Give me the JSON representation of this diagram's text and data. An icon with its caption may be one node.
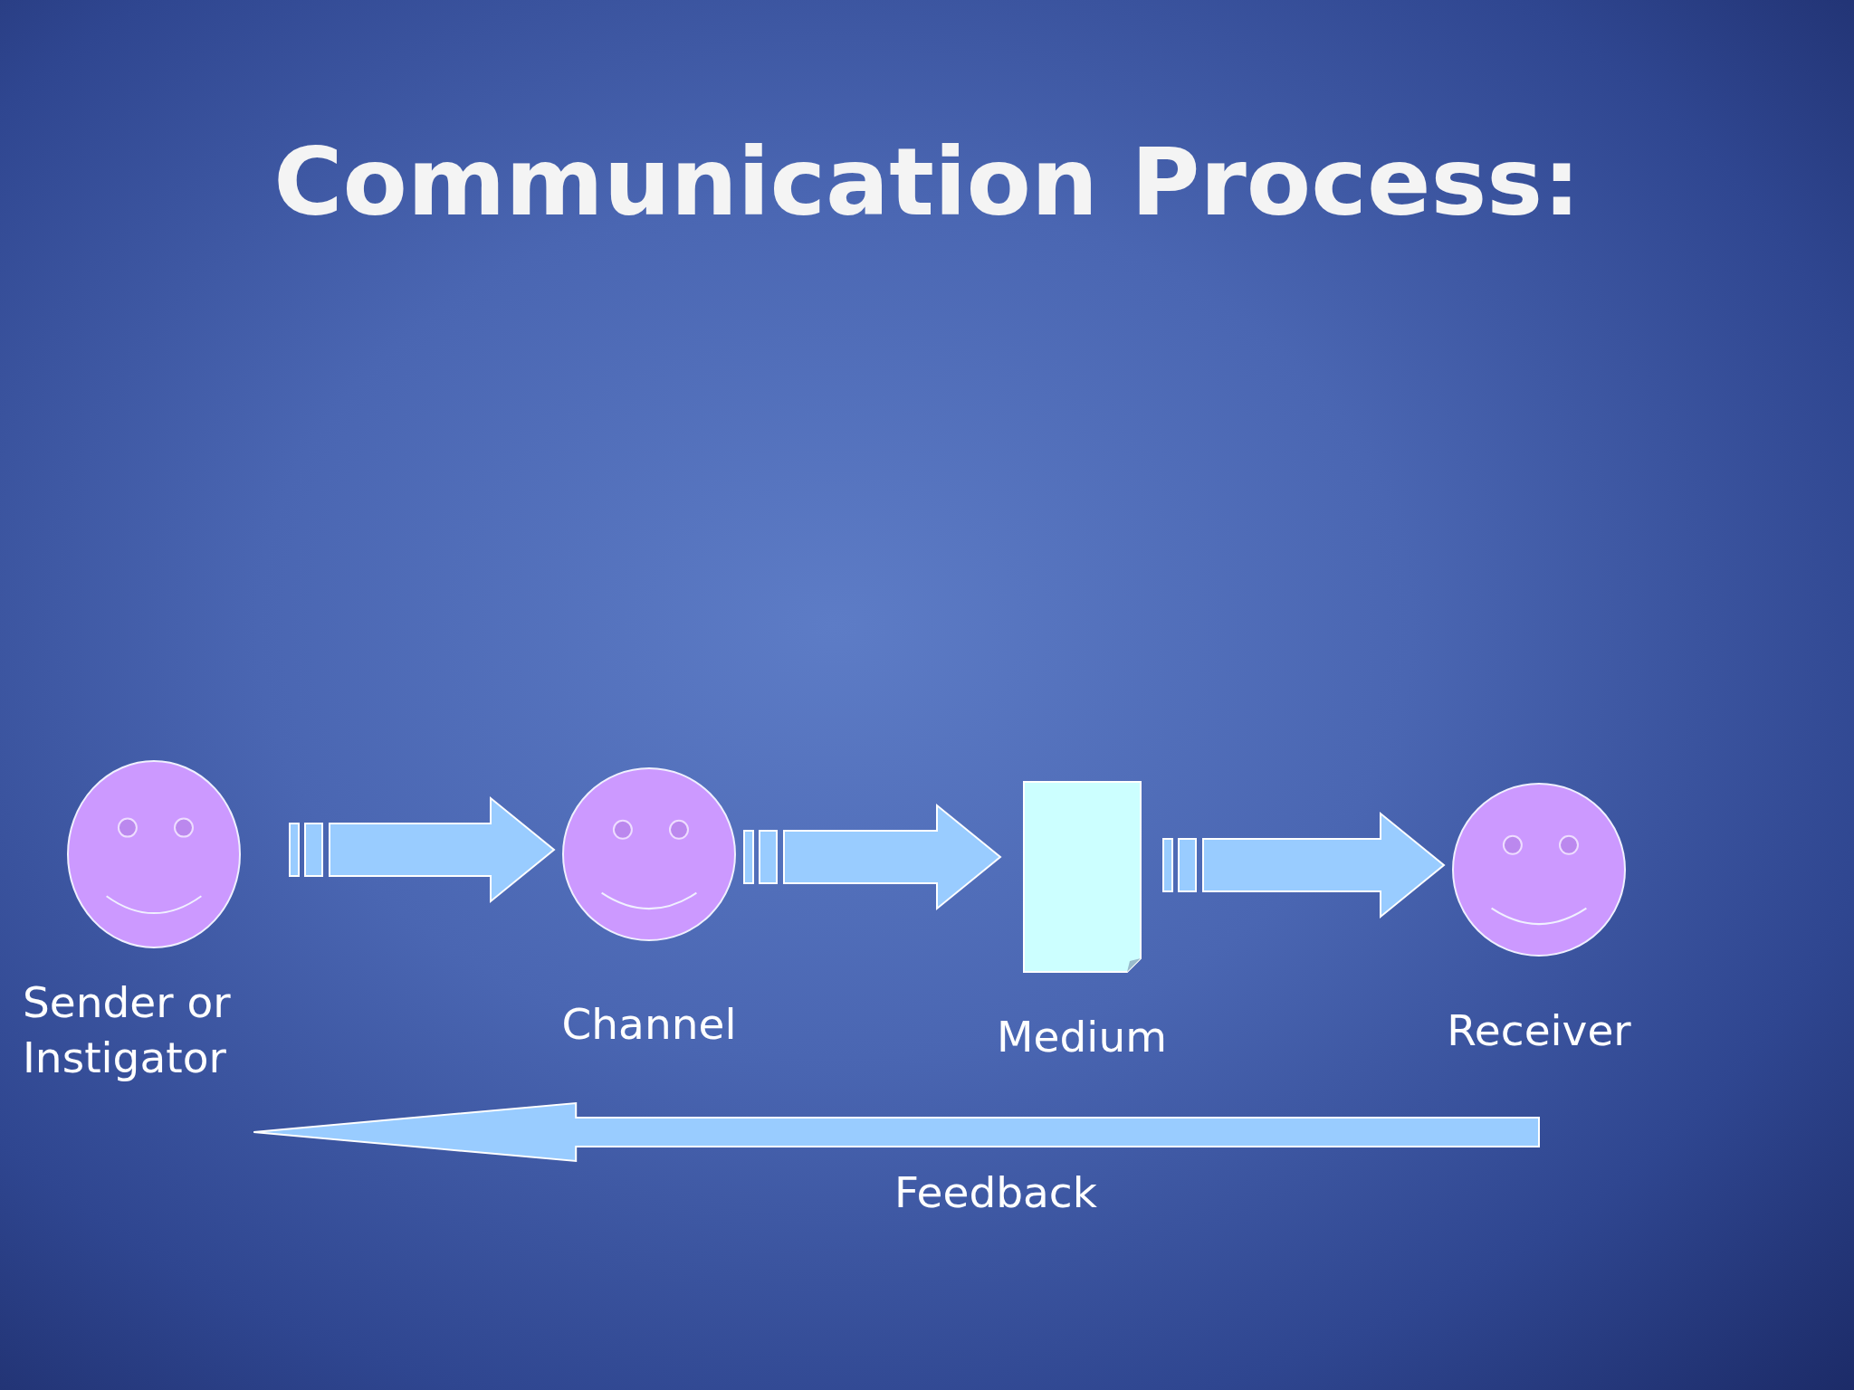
{
  "diagram": {
    "title": "Communication Process:",
    "nodes": [
      {
        "text": [
          "Sender or Instigator"
        ]
      },
      {
        "text": [
          "Channel"
        ]
      },
      {
        "text": [
          "Medium"
        ]
      },
      {
        "text": [
          "Receiver"
        ]
      }
    ],
    "edges": [
      {
        "from": 0,
        "to": 1,
        "arrow": "to"
      },
      {
        "from": 1,
        "to": 2,
        "arrow": "to"
      },
      {
        "from": 2,
        "to": 3,
        "arrow": "to"
      },
      {
        "from": 3,
        "to": 0,
        "arrow": "to",
        "label": "Feedback"
      }
    ]
  }
}
